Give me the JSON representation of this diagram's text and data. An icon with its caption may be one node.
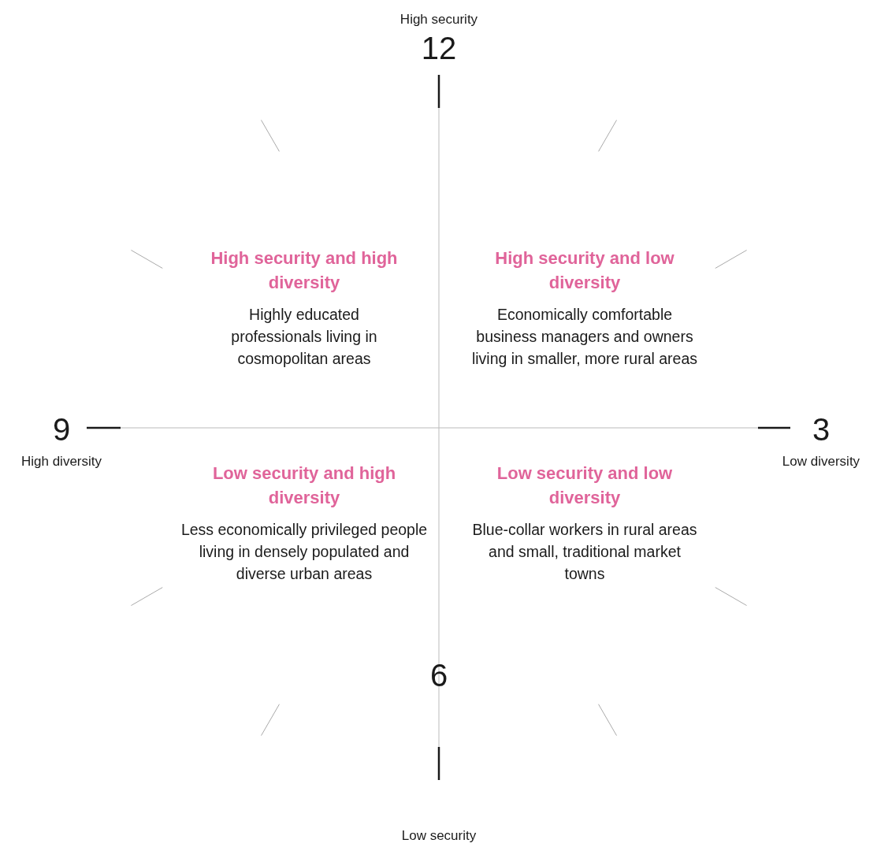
{
  "diagram": {
    "labels": [
      "High security",
      "12",
      "High security and high diversity",
      "Highly educated professionals living in cosmopolitan areas",
      "High security and low diversity",
      "Economically comfortable business managers and owners living in smaller, more rural areas",
      "9",
      "3",
      "High diversity",
      "Low diversity",
      "Low security and high diversity",
      "Less economically privileged people living in densely populated and diverse urban areas",
      "Low security and low diversity",
      "Blue-collar workers in rural areas and small, traditional market towns",
      "6",
      "Low security"
    ]
  }
}
